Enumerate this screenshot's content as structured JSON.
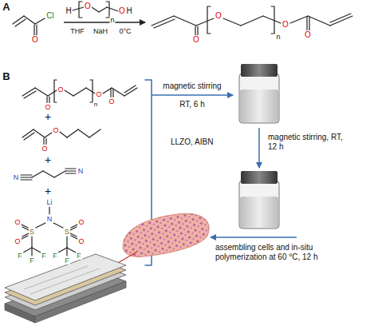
{
  "diagram": {
    "labels": [
      "A",
      "O",
      "Cl",
      "H",
      "O",
      "n",
      "O",
      "H",
      "THF",
      "NaH",
      "0°C",
      "O",
      "O",
      "n",
      "O",
      "O",
      "B",
      "O",
      "O",
      "n",
      "O",
      "O",
      "+",
      "O",
      "O",
      "+",
      "N",
      "N",
      "+",
      "Li",
      "N",
      "S",
      "O",
      "O",
      "S",
      "O",
      "O",
      "F",
      "F",
      "F",
      "F",
      "F",
      "F",
      "magnetic stirring",
      "RT, 6 h",
      "LLZO, AIBN",
      "magnetic stirring, RT, 12 h",
      "assembling cells and in-situ polymerization at 60 °C, 12 h"
    ]
  }
}
